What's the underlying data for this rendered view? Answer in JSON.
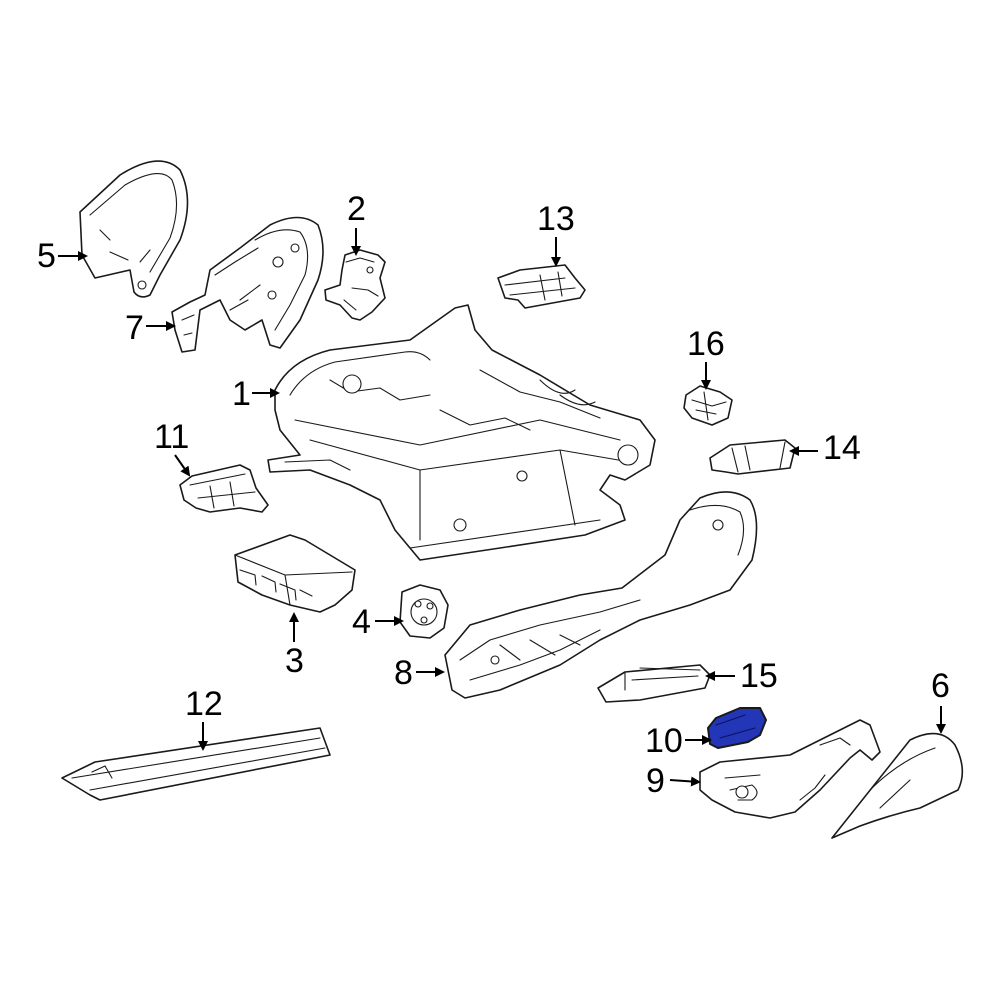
{
  "highlight_color": "#2336b8",
  "callouts": [
    {
      "id": "1",
      "label": "1"
    },
    {
      "id": "2",
      "label": "2"
    },
    {
      "id": "3",
      "label": "3"
    },
    {
      "id": "4",
      "label": "4"
    },
    {
      "id": "5",
      "label": "5"
    },
    {
      "id": "6",
      "label": "6"
    },
    {
      "id": "7",
      "label": "7"
    },
    {
      "id": "8",
      "label": "8"
    },
    {
      "id": "9",
      "label": "9"
    },
    {
      "id": "10",
      "label": "10",
      "highlighted": true
    },
    {
      "id": "11",
      "label": "11"
    },
    {
      "id": "12",
      "label": "12"
    },
    {
      "id": "13",
      "label": "13"
    },
    {
      "id": "14",
      "label": "14"
    },
    {
      "id": "15",
      "label": "15"
    },
    {
      "id": "16",
      "label": "16"
    }
  ]
}
